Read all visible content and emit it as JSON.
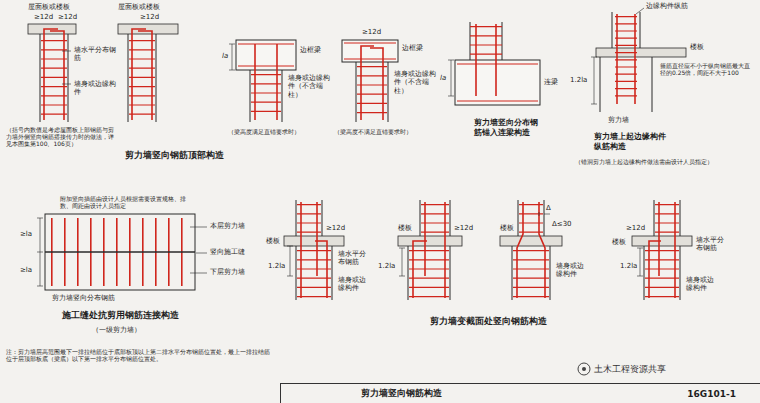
{
  "diagram": {
    "nodes": [
      {
        "text": [
          "剪力墙竖向钢筋构造",
          "16G101-1"
        ]
      }
    ],
    "labels": [
      "屋面板或楼板",
      "屋面板或楼板",
      "≥12d",
      "≥12d",
      "≥12d",
      "墙水平分布钢筋",
      "墙身或边缘构件",
      "（括号内数值是考虑屋面板上部钢筋与剪力墙外侧竖向钢筋搭接传力时的做法，详见本图集第100、106页）",
      "边框梁",
      "la",
      "墙身或边缘构件（不含端柱）",
      "（梁高度满足直锚要求时）",
      "≥12d",
      "边框梁",
      "墙身或边缘构件（不含端柱）",
      "（梁高度不满足直锚要求时）",
      "剪力墙竖向钢筋顶部构造",
      "连梁",
      "la",
      "剪力墙竖向分布钢筋锚入连梁构造",
      "边缘构件纵筋",
      "楼板",
      "1.2la",
      "剪力墙",
      "箍筋直径应不小于纵向钢筋最大直径的0.25倍，间距不大于100",
      "剪力墙上起边缘构件纵筋构造",
      "（错洞剪力墙上起边缘构件做法需由设计人员指定）",
      "附加竖向插筋由设计人员根据需要设置规格、排数、间距由设计人员指定",
      "≥la",
      "≥la",
      "本层剪力墙",
      "竖向施工缝",
      "下层剪力墙",
      "剪力墙竖向分布钢筋",
      "施工缝处抗剪用钢筋连接构造",
      "（一级剪力墙）",
      "≥12d",
      "楼板",
      "1.2la",
      "墙水平分布钢筋",
      "墙身或边缘构件",
      "楼板",
      "≥12d",
      "1.2la",
      "Δ",
      "楼板",
      "Δ≤30",
      "墙身或边缘构件",
      "≥12d",
      "楼板",
      "墙水平分布钢筋",
      "墙身或边缘构件",
      "1.2la",
      "剪力墙变截面处竖向钢筋构造",
      "注：剪力墙层高范围最下一排拉结筋位于底部板顶以上第二排水平分布钢筋位置处，最上一排拉结筋位于层顶部板底（梁底）以下第一排水平分布钢筋位置处。",
      "土木工程资源共享"
    ]
  }
}
